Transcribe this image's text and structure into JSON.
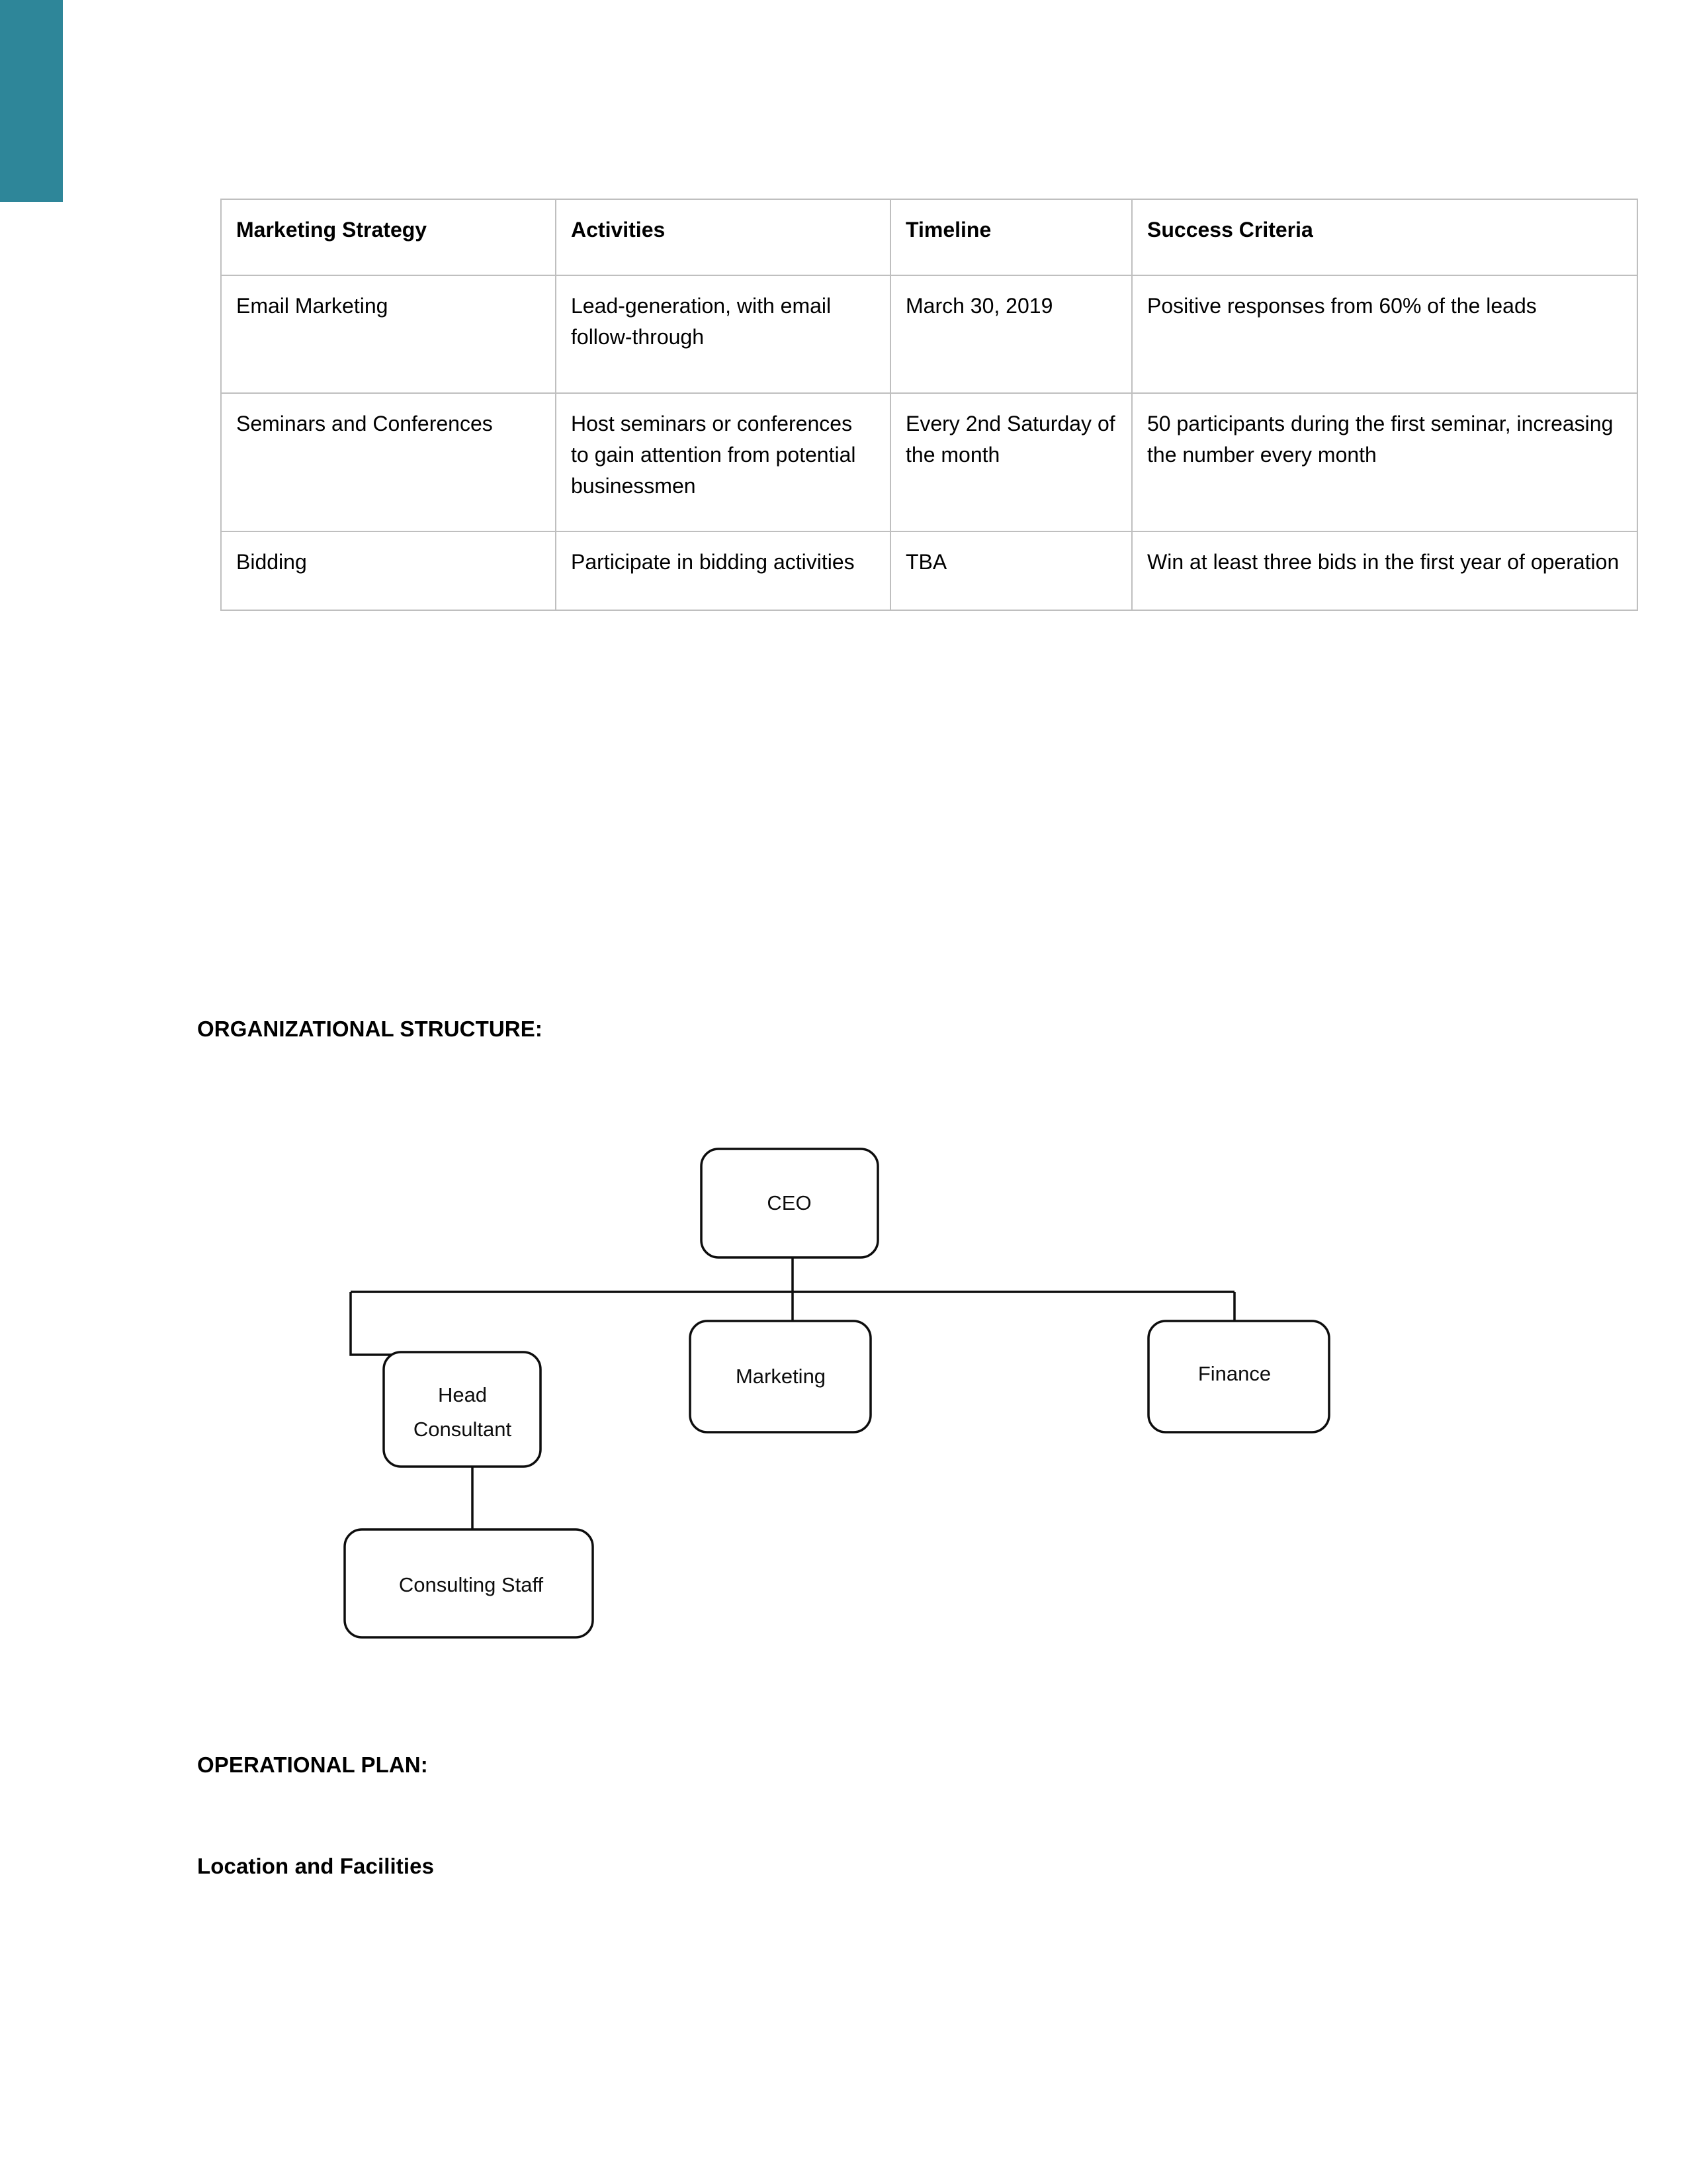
{
  "theme": {
    "accent_color": "#2E8699",
    "table_border_color": "#BFBFBF",
    "text_color": "#000000",
    "node_stroke_color": "#0D0D0D"
  },
  "table": {
    "name": "marketing-strategy-table",
    "headers": [
      "Marketing Strategy",
      "Activities",
      "Timeline",
      "Success Criteria"
    ],
    "rows": [
      {
        "strategy": "Email Marketing",
        "activities": "Lead-generation, with email follow-through",
        "timeline": "March 30, 2019",
        "success": "Positive responses from 60% of the leads"
      },
      {
        "strategy": "Seminars and Conferences",
        "activities": "Host seminars or conferences to gain attention from potential businessmen",
        "timeline": "Every 2nd Saturday of the month",
        "success": "50 participants during the first seminar, increasing the number every month"
      },
      {
        "strategy": "Bidding",
        "activities": "Participate in bidding activities",
        "timeline": "TBA",
        "success": "Win at least three bids in the first year of operation"
      }
    ]
  },
  "headings": {
    "organizational_structure": "ORGANIZATIONAL STRUCTURE:",
    "operational_plan": "OPERATIONAL PLAN:",
    "location_and_facilities": "Location and Facilities"
  },
  "org_chart": {
    "nodes": [
      {
        "id": "ceo",
        "label": "CEO"
      },
      {
        "id": "head-consultant",
        "label_line1": "Head",
        "label_line2": "Consultant"
      },
      {
        "id": "marketing",
        "label": "Marketing"
      },
      {
        "id": "finance",
        "label": "Finance"
      },
      {
        "id": "consulting-staff",
        "label": "Consulting Staff"
      }
    ],
    "edges": [
      {
        "from": "ceo",
        "to": "head-consultant"
      },
      {
        "from": "ceo",
        "to": "marketing"
      },
      {
        "from": "ceo",
        "to": "finance"
      },
      {
        "from": "head-consultant",
        "to": "consulting-staff"
      }
    ]
  }
}
